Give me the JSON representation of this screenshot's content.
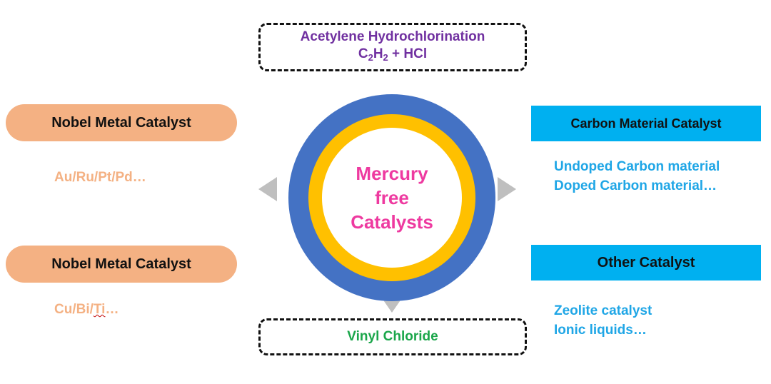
{
  "top_box": {
    "line1": "Acetylene Hydrochlorination",
    "c": "C",
    "c_sub": "2",
    "h": "H",
    "h_sub": "2",
    "rest": " + HCl"
  },
  "bottom_box": {
    "label": "Vinyl Chloride"
  },
  "center": {
    "line1": "Mercury",
    "line2": "free",
    "line3": "Catalysts"
  },
  "left": {
    "pill1": "Nobel Metal Catalyst",
    "list1": "Au/Ru/Pt/Pd…",
    "pill2": "Nobel Metal Catalyst",
    "list2_a": "Cu/Bi/",
    "list2_b": "Ti",
    "list2_c": "…"
  },
  "right": {
    "box1": "Carbon Material Catalyst",
    "list1_line1": "Undoped Carbon material",
    "list1_line2": "Doped Carbon material…",
    "box2": "Other Catalyst",
    "list2_line1": "Zeolite catalyst",
    "list2_line2": "Ionic liquids…"
  },
  "colors": {
    "purple": "#7030a0",
    "green": "#1aa64a",
    "peach": "#f4b183",
    "blue_box": "#00b0f0",
    "blue_text": "#1fa6e6",
    "ring_blue": "#4472c4",
    "ring_yellow": "#ffc000",
    "pink": "#ee3aa0",
    "arrow_gray": "#bfbfbf"
  }
}
